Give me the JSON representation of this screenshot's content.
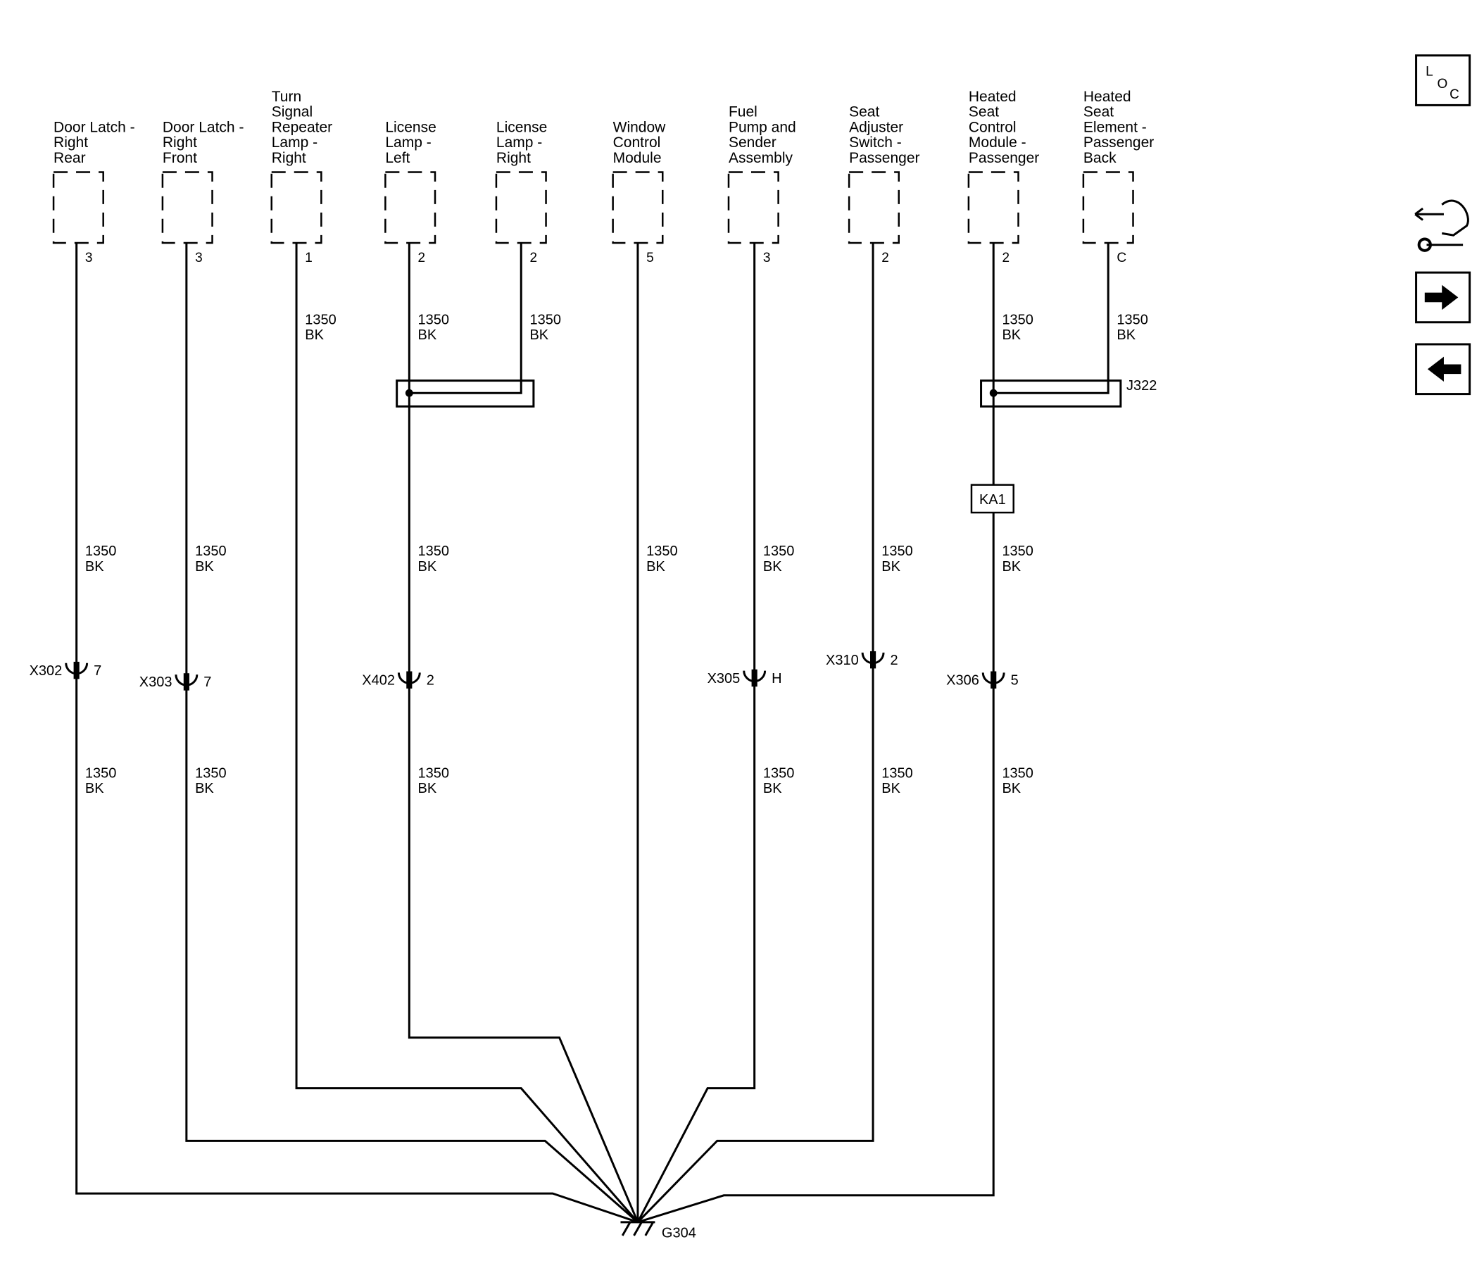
{
  "components": [
    {
      "name": "Door Latch - Right Rear",
      "lines": [
        "Door Latch -",
        "Right",
        "Rear"
      ],
      "pin": "3"
    },
    {
      "name": "Door Latch - Right Front",
      "lines": [
        "Door Latch -",
        "Right",
        "Front"
      ],
      "pin": "3"
    },
    {
      "name": "Turn Signal Repeater Lamp - Right",
      "lines": [
        "Turn",
        "Signal",
        "Repeater",
        "Lamp -",
        "Right"
      ],
      "pin": "1"
    },
    {
      "name": "License Lamp - Left",
      "lines": [
        "License",
        "Lamp -",
        "Left"
      ],
      "pin": "2"
    },
    {
      "name": "License Lamp - Right",
      "lines": [
        "License",
        "Lamp -",
        "Right"
      ],
      "pin": "2"
    },
    {
      "name": "Window Control Module",
      "lines": [
        "Window",
        "Control",
        "Module"
      ],
      "pin": "5"
    },
    {
      "name": "Fuel Pump and Sender Assembly",
      "lines": [
        "Fuel",
        "Pump and",
        "Sender",
        "Assembly"
      ],
      "pin": "3"
    },
    {
      "name": "Seat Adjuster Switch - Passenger",
      "lines": [
        "Seat",
        "Adjuster",
        "Switch -",
        "Passenger"
      ],
      "pin": "2"
    },
    {
      "name": "Heated Seat Control Module - Passenger",
      "lines": [
        "Heated",
        "Seat",
        "Control",
        "Module -",
        "Passenger"
      ],
      "pin": "2"
    },
    {
      "name": "Heated Seat Element - Passenger Back",
      "lines": [
        "Heated",
        "Seat",
        "Element -",
        "Passenger",
        "Back"
      ],
      "pin": "C"
    }
  ],
  "wire": {
    "circuit": "1350",
    "color": "BK"
  },
  "connectors": [
    {
      "id": "X302",
      "pin": "7"
    },
    {
      "id": "X303",
      "pin": "7"
    },
    {
      "id": "X402",
      "pin": "2"
    },
    {
      "id": "X305",
      "pin": "H"
    },
    {
      "id": "X310",
      "pin": "2"
    },
    {
      "id": "X306",
      "pin": "5"
    }
  ],
  "splices": [
    {
      "id": ""
    },
    {
      "id": "J322"
    }
  ],
  "inline_component": "KA1",
  "ground": "G304",
  "nav_icons": [
    {
      "name": "location-icon",
      "text": [
        "L",
        "O",
        "C"
      ]
    },
    {
      "name": "connector-tools-icon"
    },
    {
      "name": "next-arrow-icon"
    },
    {
      "name": "previous-arrow-icon"
    }
  ]
}
